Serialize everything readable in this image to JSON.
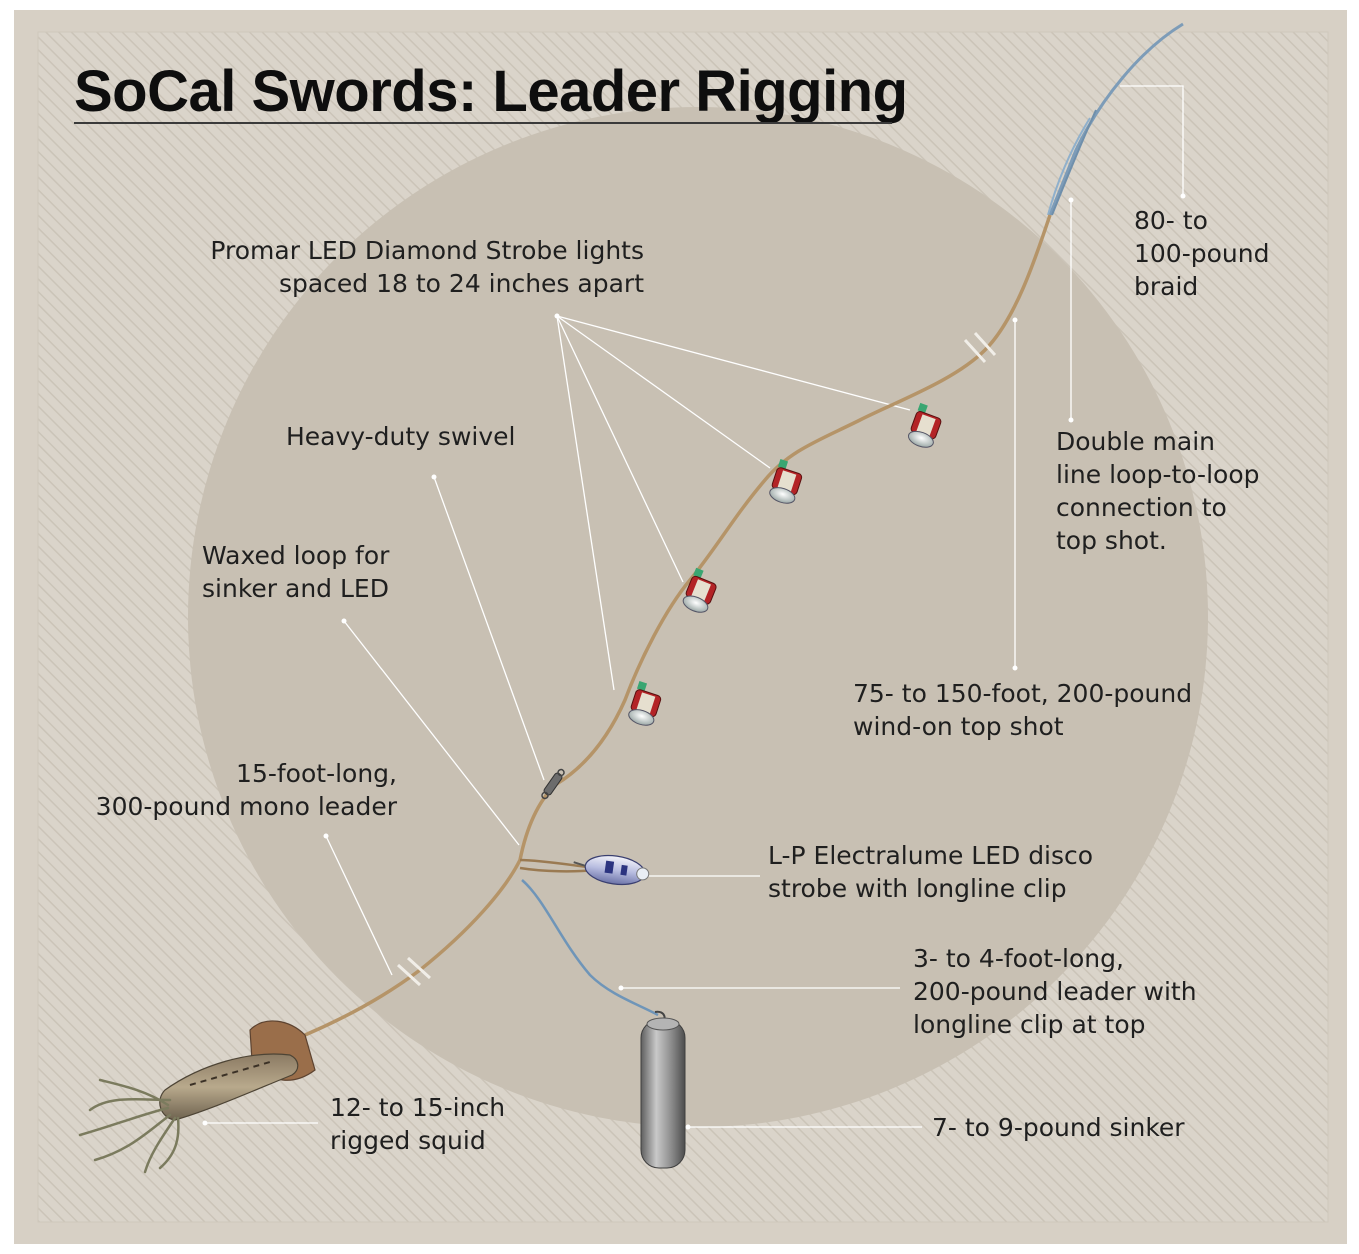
{
  "title": "SoCal Swords: Leader Rigging",
  "labels": {
    "braid": "80- to\n100-pound\nbraid",
    "strobe_lights": "Promar LED Diamond  Strobe lights\nspaced 18 to 24 inches apart",
    "swivel": "Heavy-duty swivel",
    "waxed_loop": "Waxed loop for\nsinker and LED",
    "double_main_line": "Double main\nline loop-to-loop\nconnection to\ntop shot.",
    "top_shot": "75- to 150-foot, 200-pound\nwind-on top shot",
    "mono_leader": "15-foot-long,\n300-pound mono leader",
    "disco_strobe": "L-P Electralume LED disco\nstrobe with longline clip",
    "sinker_leader": "3- to 4-foot-long,\n200-pound leader with\nlongline clip at top",
    "squid": "12- to 15-inch\nrigged squid",
    "sinker": "7- to 9-pound sinker"
  },
  "colors": {
    "background": "#d9d3c9",
    "circle": "#c8c0b3",
    "mono_line": "#b59468",
    "braid_line": "#7d9cb8",
    "sinker_leader": "#6f95b8",
    "strobe_red": "#b32326",
    "strobe_green": "#3aa672",
    "sinker_metal": "#8e8e8e"
  }
}
